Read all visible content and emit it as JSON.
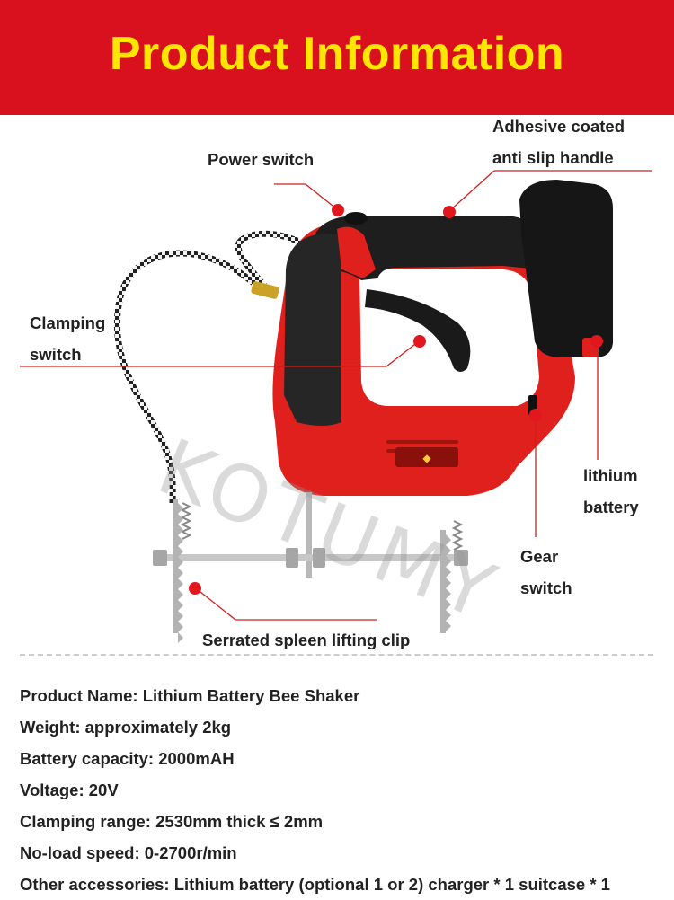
{
  "header": {
    "title": "Product Information"
  },
  "watermark": "KOTUMY",
  "callouts": {
    "power_switch": "Power switch",
    "handle_line1": "Adhesive coated",
    "handle_line2": "anti slip handle",
    "clamping_line1": "Clamping",
    "clamping_line2": "switch",
    "battery_line1": "lithium",
    "battery_line2": "battery",
    "gear_line1": "Gear",
    "gear_line2": "switch",
    "clip": "Serrated spleen lifting clip"
  },
  "specs": [
    "Product Name: Lithium Battery Bee Shaker",
    "Weight: approximately 2kg",
    "Battery capacity: 2000mAH",
    "Voltage: 20V",
    "Clamping range: 2530mm thick ≤ 2mm",
    "No-load speed: 0-2700r/min",
    "Other accessories: Lithium battery (optional 1 or 2) charger * 1 suitcase * 1"
  ],
  "colors": {
    "banner": "#d9101d",
    "title": "#ffe600",
    "tool_body": "#e0201c",
    "tool_grip": "#1e1e1e",
    "callout_line": "#d21d1d"
  }
}
